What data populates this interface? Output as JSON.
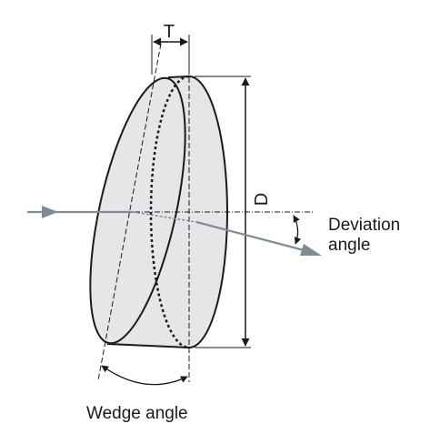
{
  "labels": {
    "thickness": "T",
    "diameter": "D",
    "deviation_line1": "Deviation",
    "deviation_line2": "angle",
    "wedge_angle": "Wedge angle"
  },
  "colors": {
    "prism_fill": "#e6e6e8",
    "outline": "#1a1a1a",
    "ray": "#7f8c96",
    "background": "#ffffff"
  }
}
